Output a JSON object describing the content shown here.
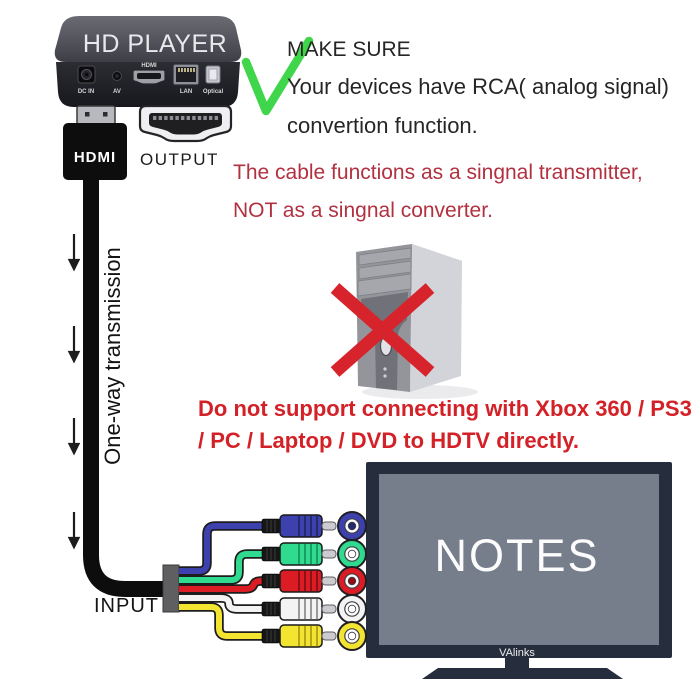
{
  "device": {
    "title": "HD PLAYER",
    "ports": [
      {
        "label": "DC IN"
      },
      {
        "label": "AV"
      },
      {
        "label": "HDMI"
      },
      {
        "label": "LAN"
      },
      {
        "label": "Optical"
      }
    ]
  },
  "connector": {
    "plug_label": "HDMI",
    "output_label": "OUTPUT",
    "input_label": "INPUT",
    "direction_label": "One-way transmission"
  },
  "notes": {
    "make_sure_title": "MAKE SURE",
    "make_sure_line1": "Your devices have RCA( analog signal)",
    "make_sure_line2": "convertion function.",
    "transmitter_line1": "The cable functions as a singnal transmitter,",
    "transmitter_line2": "NOT as a singnal converter.",
    "no_support_line1": "Do not support connecting with Xbox 360 / PS3",
    "no_support_line2": "/ PC / Laptop / DVD to HDTV directly."
  },
  "tv": {
    "screen_text": "NOTES",
    "brand": "VAlinks"
  },
  "rca": {
    "plugs": [
      {
        "name": "blue-component",
        "color": "#3c41ad",
        "dark": "#242a6e",
        "center": "#242a6e"
      },
      {
        "name": "green-component",
        "color": "#30da8f",
        "dark": "#179e62",
        "center": "#ffffff"
      },
      {
        "name": "red-video",
        "color": "#dc1c24",
        "dark": "#8d1016",
        "center": "#8d1016"
      },
      {
        "name": "white-audio",
        "color": "#f3f3f3",
        "dark": "#9a9a9a",
        "center": "#ffffff"
      },
      {
        "name": "yellow-video",
        "color": "#f2e431",
        "dark": "#b5a517",
        "center": "#ffffff"
      }
    ]
  },
  "colors": {
    "background": "#ffffff",
    "text_dark": "#262626",
    "warning_red": "#b23140",
    "strong_red": "#d32127",
    "cross_red": "#d7242c",
    "check_green": "#3fd64c",
    "cable_black": "#0d0d0e",
    "tv_frame": "#262e3e",
    "tv_screen": "#767d8b"
  }
}
